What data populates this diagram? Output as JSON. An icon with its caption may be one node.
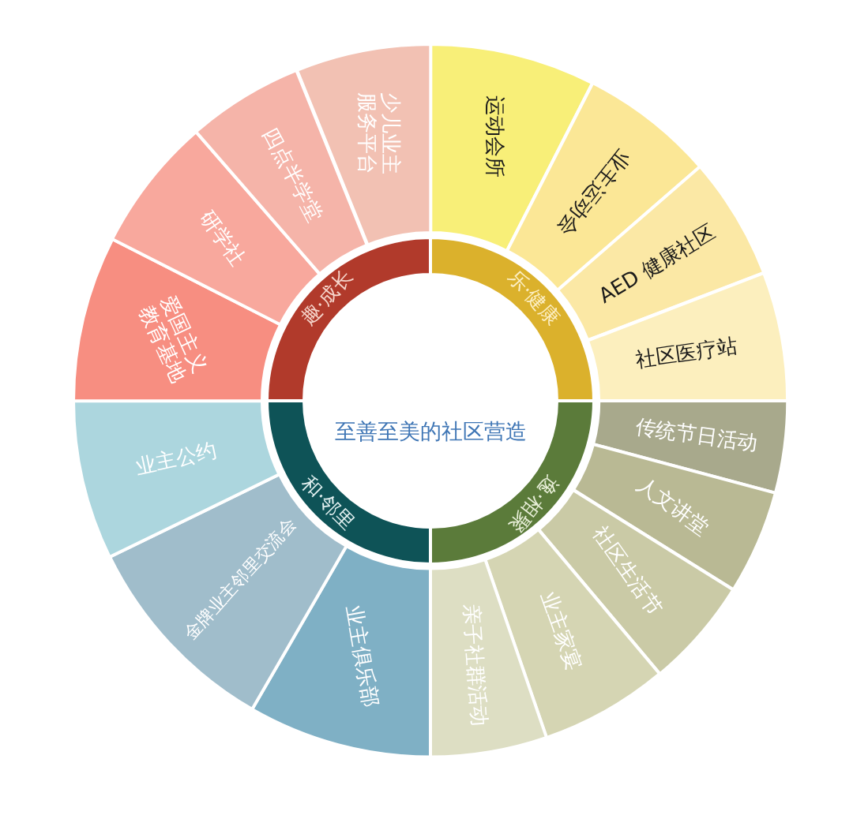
{
  "diagram": {
    "nodes": [
      {
        "text": [
          "至善至美的社区营造"
        ]
      },
      {
        "text": [
          "趣·成长"
        ]
      },
      {
        "text": [
          "乐·健康"
        ]
      },
      {
        "text": [
          "逸·相聚"
        ]
      },
      {
        "text": [
          "和·邻里"
        ]
      },
      {
        "text": [
          "运动会所"
        ]
      },
      {
        "text": [
          "业主运动会"
        ]
      },
      {
        "text": [
          "AED 健康社区"
        ]
      },
      {
        "text": [
          "社区医疗站"
        ]
      },
      {
        "text": [
          "传统节日活动"
        ]
      },
      {
        "text": [
          "人文讲堂"
        ]
      },
      {
        "text": [
          "社区生活节"
        ]
      },
      {
        "text": [
          "业主家宴"
        ]
      },
      {
        "text": [
          "亲子社群活动"
        ]
      },
      {
        "text": [
          "业主俱乐部"
        ]
      },
      {
        "text": [
          "金牌业主邻里交流会"
        ]
      },
      {
        "text": [
          "业主公约"
        ]
      },
      {
        "text": [
          "爱国主义教育基地"
        ]
      },
      {
        "text": [
          "研学社"
        ]
      },
      {
        "text": [
          "四点半学堂"
        ]
      },
      {
        "text": [
          "少儿业主服务平台"
        ]
      }
    ]
  }
}
